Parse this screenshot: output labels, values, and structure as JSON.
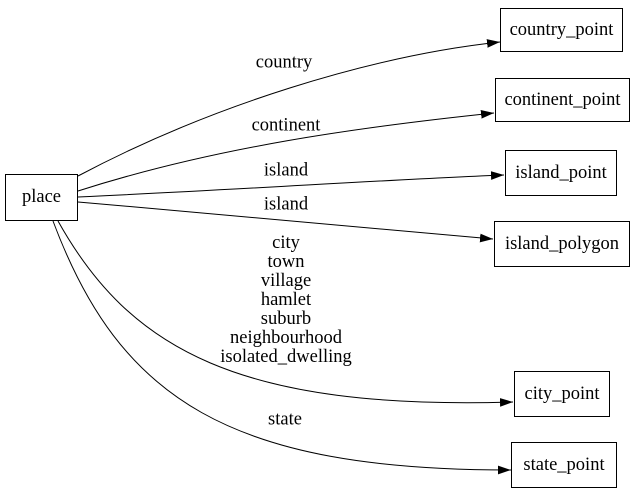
{
  "diagram": {
    "type": "directed-graph",
    "background_color": "#ffffff",
    "stroke_color": "#000000",
    "nodes": [
      {
        "id": "place",
        "label": "place"
      },
      {
        "id": "country_point",
        "label": "country_point"
      },
      {
        "id": "continent_point",
        "label": "continent_point"
      },
      {
        "id": "island_point",
        "label": "island_point"
      },
      {
        "id": "island_polygon",
        "label": "island_polygon"
      },
      {
        "id": "city_point",
        "label": "city_point"
      },
      {
        "id": "state_point",
        "label": "state_point"
      }
    ],
    "edges": [
      {
        "from": "place",
        "to": "country_point",
        "label": "country"
      },
      {
        "from": "place",
        "to": "continent_point",
        "label": "continent"
      },
      {
        "from": "place",
        "to": "island_point",
        "label": "island"
      },
      {
        "from": "place",
        "to": "island_polygon",
        "label": "island"
      },
      {
        "from": "place",
        "to": "city_point",
        "label_lines": [
          "city",
          "town",
          "village",
          "hamlet",
          "suburb",
          "neighbourhood",
          "isolated_dwelling"
        ]
      },
      {
        "from": "place",
        "to": "state_point",
        "label": "state"
      }
    ]
  }
}
